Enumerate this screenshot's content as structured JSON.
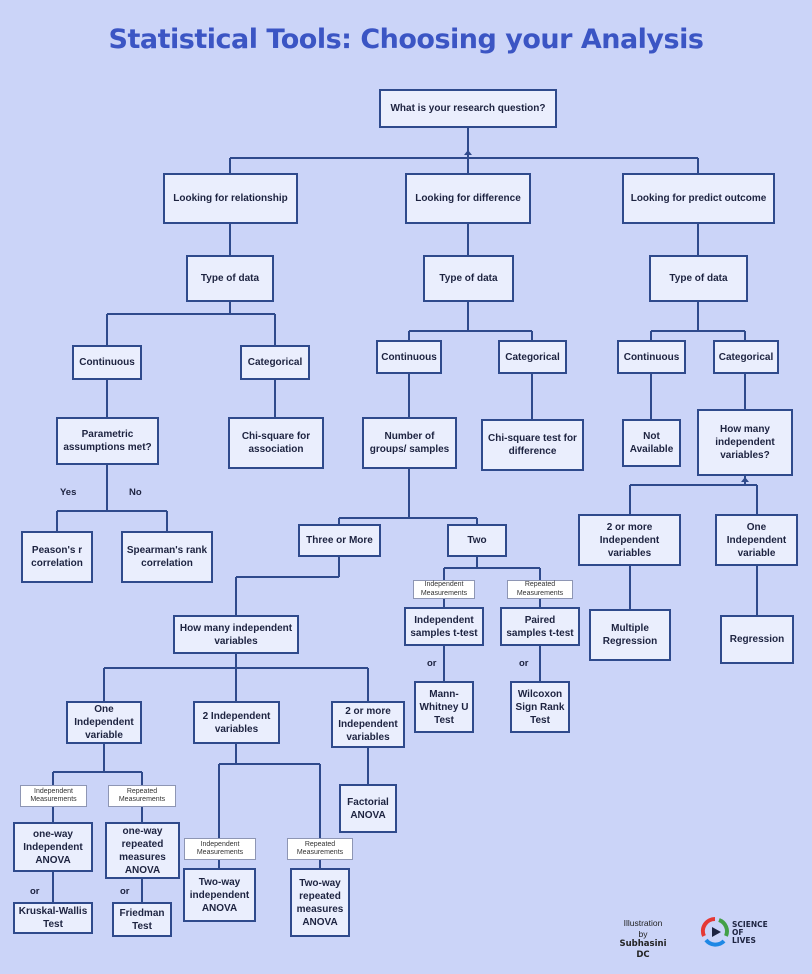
{
  "title": "Statistical Tools: Choosing your Analysis",
  "nodes": {
    "root": "What is your research question?",
    "relationship": "Looking for relationship",
    "difference": "Looking for difference",
    "predict": "Looking for predict outcome",
    "type_data_rel": "Type of data",
    "type_data_diff": "Type of data",
    "type_data_pred": "Type of data",
    "continuous_rel": "Continuous",
    "categorical_rel": "Categorical",
    "continuous_diff": "Continuous",
    "categorical_diff": "Categorical",
    "continuous_pred": "Continuous",
    "categorical_pred": "Categorical",
    "parametric": "Parametric assumptions met?",
    "chi_assoc": "Chi-square for association",
    "groups": "Number of groups/ samples",
    "chi_diff": "Chi-square test for difference",
    "not_available": "Not Available",
    "how_many_iv_pred": "How many independent variables?",
    "pearson": "Peason's r correlation",
    "spearman": "Spearman's rank correlation",
    "three_more": "Three or More",
    "two": "Two",
    "two_more_iv_pred": "2 or more Independent variables",
    "one_iv_pred": "One Independent variable",
    "indep_t": "Independent samples t-test",
    "paired_t": "Paired samples t-test",
    "multiple_regression": "Multiple Regression",
    "regression": "Regression",
    "how_many_iv": "How many independent variables",
    "mann_whitney": "Mann-Whitney U Test",
    "wilcoxon": "Wilcoxon Sign Rank Test",
    "one_iv": "One Independent variable",
    "two_iv": "2 Independent variables",
    "two_more_iv": "2 or more Independent variables",
    "factorial": "Factorial ANOVA",
    "oneway_indep": "one-way Independent ANOVA",
    "oneway_rep": "one-way repeated measures ANOVA",
    "twoway_indep": "Two-way independent ANOVA",
    "twoway_rep": "Two-way repeated measures ANOVA",
    "kruskal": "Kruskal-Wallis Test",
    "friedman": "Friedman Test"
  },
  "labels": {
    "indep_meas": "Independent Measurements",
    "rep_meas": "Repeated Measurements"
  },
  "connectors": {
    "yes": "Yes",
    "no": "No",
    "or": "or"
  },
  "credit": {
    "line1": "Illustration",
    "line2": "by",
    "author": "Subhasini DC"
  },
  "logo": {
    "text": "SCIENCE\nOF\nLIVES",
    "colors": [
      "#e53935",
      "#1e88e5",
      "#43a047",
      "#1d2340"
    ]
  },
  "colors": {
    "background": "#cbd4f8",
    "title": "#3b55c4",
    "box_fill": "#eaeefd",
    "box_border": "#2f4a8c",
    "line": "#2f4a8c"
  }
}
